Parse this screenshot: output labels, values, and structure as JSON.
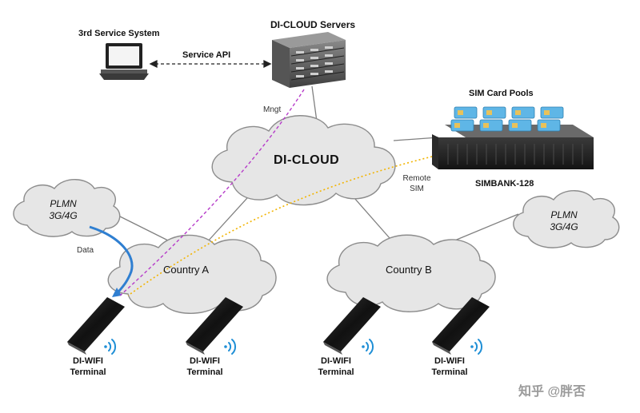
{
  "labels": {
    "third_service": "3rd Service System",
    "servers": "DI-CLOUD Servers",
    "service_api": "Service API",
    "mngt": "Mngt",
    "di_cloud": "DI-CLOUD",
    "sim_pools": "SIM Card Pools",
    "simbank": "SIMBANK-128",
    "remote": "Remote",
    "sim": "SIM",
    "plmn_left_1": "PLMN",
    "plmn_left_2": "3G/4G",
    "plmn_right_1": "PLMN",
    "plmn_right_2": "3G/4G",
    "data": "Data",
    "country_a": "Country A",
    "country_b": "Country B",
    "terminals": [
      {
        "line1": "DI-WIFI",
        "line2": "Terminal"
      },
      {
        "line1": "DI-WIFI",
        "line2": "Terminal"
      },
      {
        "line1": "DI-WIFI",
        "line2": "Terminal"
      },
      {
        "line1": "DI-WIFI",
        "line2": "Terminal"
      }
    ],
    "watermark": "知乎 @胖否"
  },
  "colors": {
    "cloud_fill": "#e6e6e6",
    "cloud_stroke": "#8c8c8c",
    "mngt_line": "#b63cc9",
    "remote_sim_line": "#f2b400",
    "data_line": "#2f7fd1",
    "sim_card": "#5fb6e6"
  }
}
